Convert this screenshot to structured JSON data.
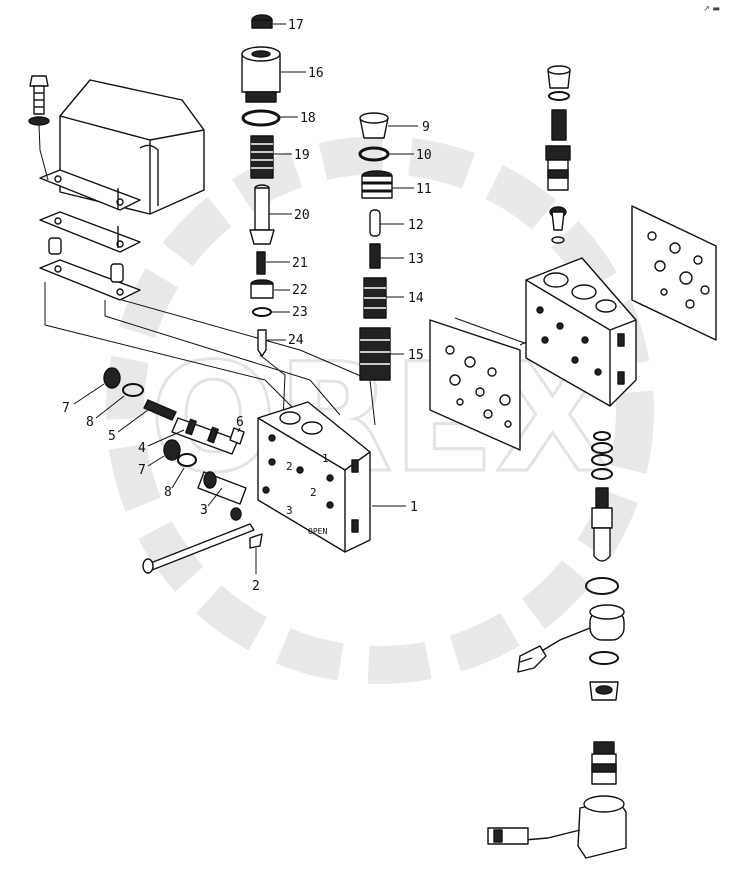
{
  "corner_mark": "↗ ▬",
  "watermark": "OREX",
  "block_markings": [
    "1",
    "2",
    "2",
    "3",
    "OPEN"
  ],
  "callouts": [
    "17",
    "16",
    "18",
    "19",
    "20",
    "21",
    "22",
    "23",
    "24",
    "9",
    "10",
    "11",
    "12",
    "13",
    "14",
    "15",
    "7",
    "8",
    "5",
    "4",
    "6",
    "7",
    "8",
    "3",
    "1",
    "2"
  ]
}
